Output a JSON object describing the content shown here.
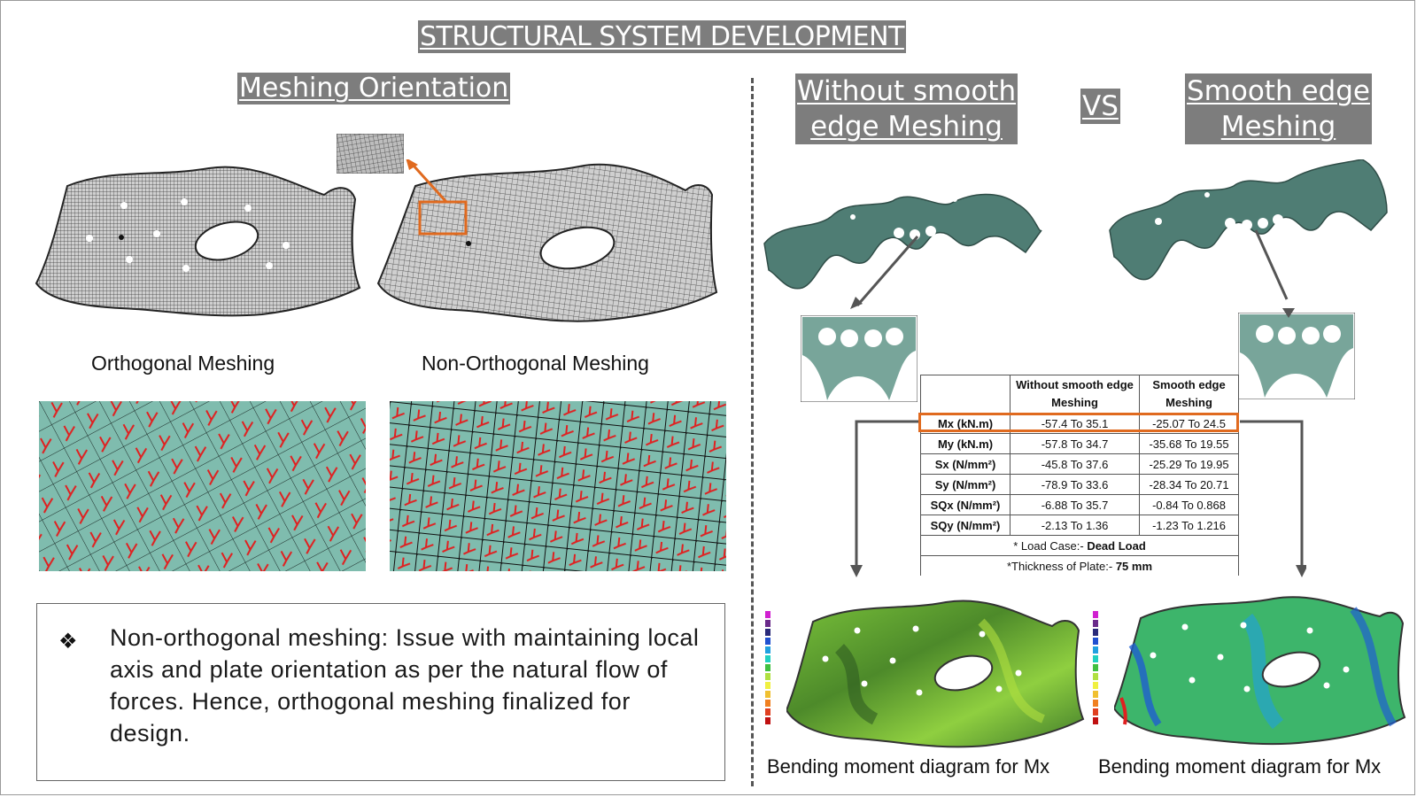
{
  "title": "STRUCTURAL SYSTEM DEVELOPMENT",
  "left": {
    "heading": "Meshing Orientation",
    "orthogonal_caption": "Orthogonal Meshing",
    "non_orthogonal_caption": "Non-Orthogonal Meshing",
    "note_bullet": "❖",
    "note_text": "Non-orthogonal meshing: Issue with maintaining local axis and plate orientation as per the natural flow of forces. Hence, orthogonal meshing finalized for design."
  },
  "right": {
    "heading_without": [
      "Without smooth",
      "edge Meshing"
    ],
    "vs": "VS",
    "heading_smooth": [
      "Smooth edge",
      "Meshing"
    ],
    "caption_left": "Bending moment diagram for Mx",
    "caption_right": "Bending moment diagram for Mx",
    "table": {
      "headers": [
        "",
        "Without smooth edge Meshing",
        "Smooth edge Meshing"
      ],
      "rows": [
        {
          "label": "Mx (kN.m)",
          "a": "-57.4 To 35.1",
          "b": "-25.07 To 24.5"
        },
        {
          "label": "My (kN.m)",
          "a": "-57.8 To 34.7",
          "b": "-35.68 To 19.55"
        },
        {
          "label": "Sx (N/mm²)",
          "a": "-45.8 To 37.6",
          "b": "-25.29 To 19.95"
        },
        {
          "label": "Sy (N/mm²)",
          "a": "-78.9 To 33.6",
          "b": "-28.34 To 20.71"
        },
        {
          "label": "SQx (N/mm²)",
          "a": "-6.88 To 35.7",
          "b": "-0.84 To 0.868"
        },
        {
          "label": "SQy (N/mm²)",
          "a": "-2.13 To 1.36",
          "b": "-1.23 To 1.216"
        }
      ],
      "load_case_label": "* Load Case:- ",
      "load_case_value": "Dead Load",
      "thickness_label": "*Thickness of Plate:- ",
      "thickness_value": "75 mm"
    }
  },
  "colors": {
    "header_bg": "#7d7d7d",
    "shell_teal": "#4f7d74",
    "mesh_teal": "#79b5a8",
    "highlight": "#e06a1f",
    "axis_red": "#e02020"
  }
}
